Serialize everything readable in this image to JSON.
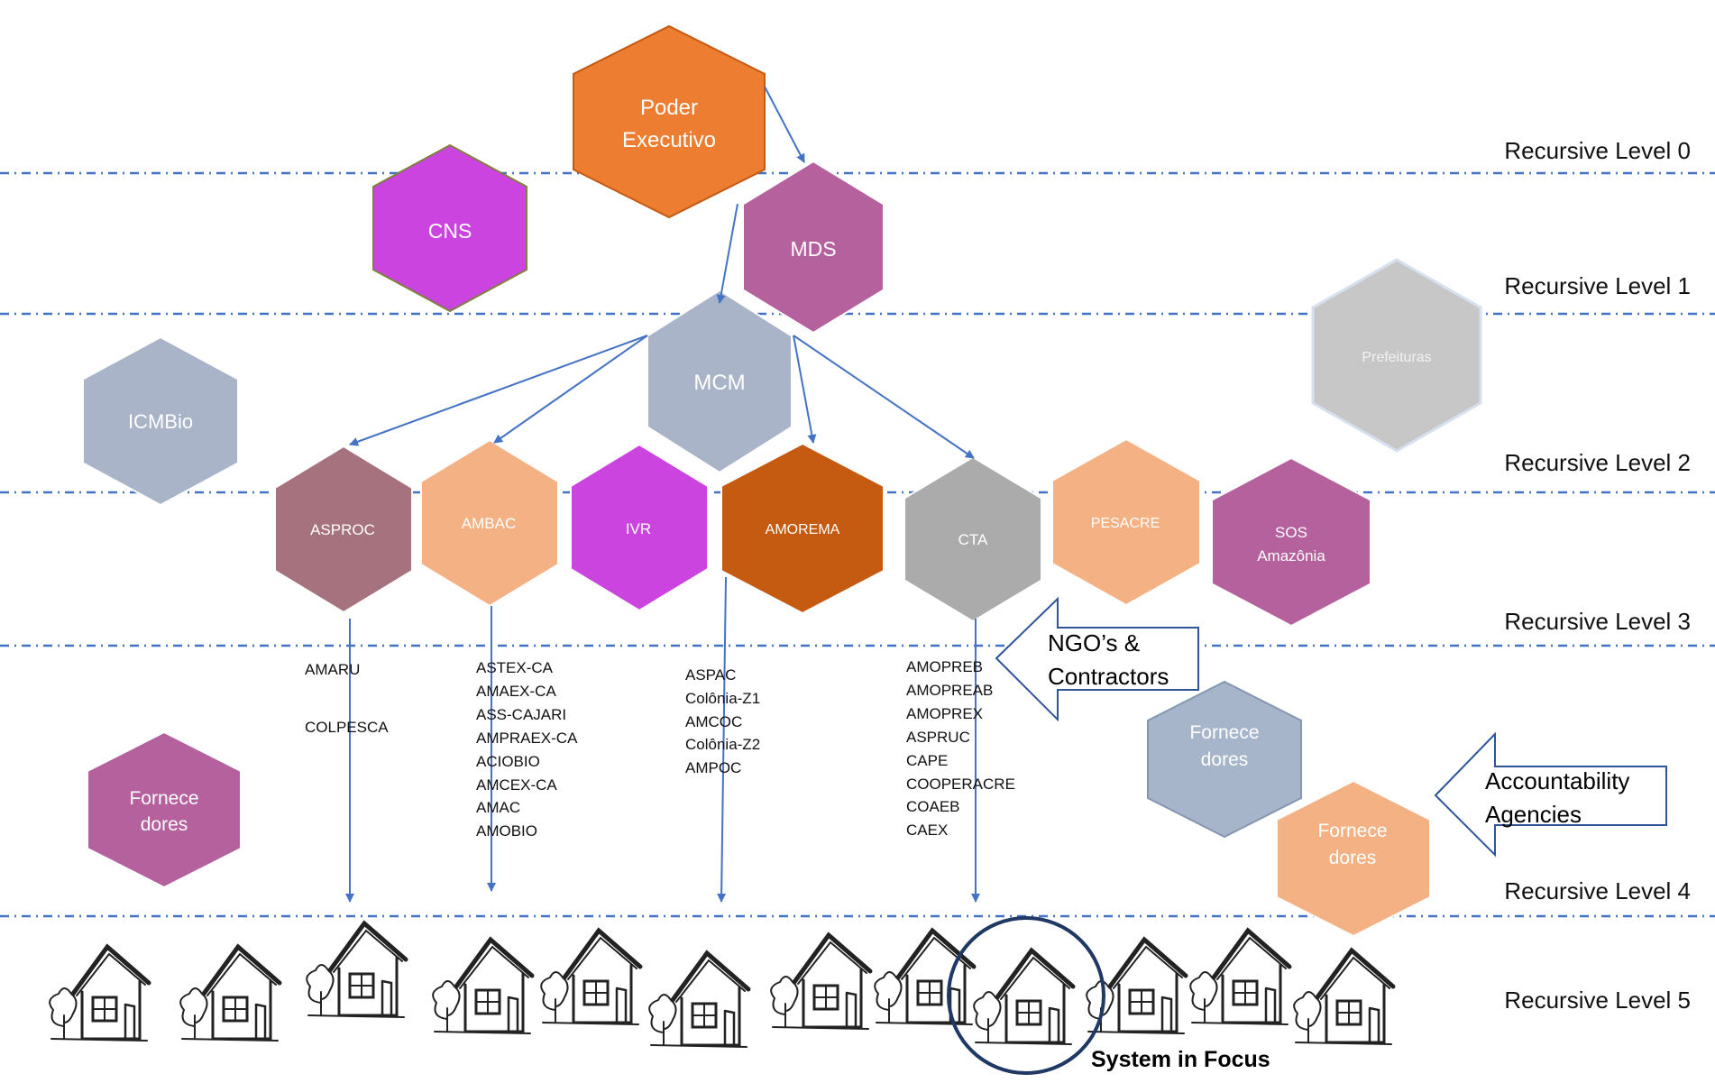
{
  "colors": {
    "orange": "#ED7D31",
    "magenta": "#CC44E0",
    "mauve": "#B4619E",
    "steel": "#AAB4C8",
    "dusty_rose": "#A5727E",
    "peach": "#F4B183",
    "burnt_orange": "#C55A11",
    "gray": "#ABABAB",
    "light_gray": "#C7C7C7",
    "blue_gray": "#A7B5CB",
    "arrow": "#4472C4",
    "dash": "#4472C4"
  },
  "levels": [
    "Recursive Level 0",
    "Recursive Level 1",
    "Recursive Level 2",
    "Recursive Level 3",
    "Recursive Level 4",
    "Recursive Level 5"
  ],
  "nodes": {
    "poder": {
      "line1": "Poder",
      "line2": "Executivo"
    },
    "cns": "CNS",
    "mds": "MDS",
    "prefeituras": "Prefeituras",
    "icmbio": "ICMBio",
    "mcm": "MCM",
    "asproc": "ASPROC",
    "ambac": "AMBAC",
    "ivr": "IVR",
    "amorema": "AMOREMA",
    "cta": "CTA",
    "pesacre": "PESACRE",
    "sos": {
      "line1": "SOS",
      "line2": "Amazônia"
    },
    "fornece_left": {
      "line1": "Fornece",
      "line2": "dores"
    },
    "fornece_right_top": {
      "line1": "Fornece",
      "line2": "dores"
    },
    "fornece_right_bottom": {
      "line1": "Fornece",
      "line2": "dores"
    }
  },
  "lists": {
    "asproc": [
      "AMARU",
      "",
      "COLPESCA"
    ],
    "ambac": [
      "ASTEX-CA",
      "AMAEX-CA",
      "ASS-CAJARI",
      "AMPRAEX-CA",
      "ACIOBIO",
      "AMCEX-CA",
      "AMAC",
      "AMOBIO"
    ],
    "amorema": [
      "ASPAC",
      "Colônia-Z1",
      "AMCOC",
      "Colônia-Z2",
      "AMPOC"
    ],
    "cta": [
      "AMOPREB",
      "AMOPREAB",
      "AMOPREX",
      "ASPRUC",
      "CAPE",
      "COOPERACRE",
      "COAEB",
      "CAEX"
    ]
  },
  "callouts": {
    "ngo": {
      "line1": "NGO’s &",
      "line2": "Contractors"
    },
    "accountability": {
      "line1": "Accountability",
      "line2": "Agencies"
    }
  },
  "focus_label": "System in Focus"
}
